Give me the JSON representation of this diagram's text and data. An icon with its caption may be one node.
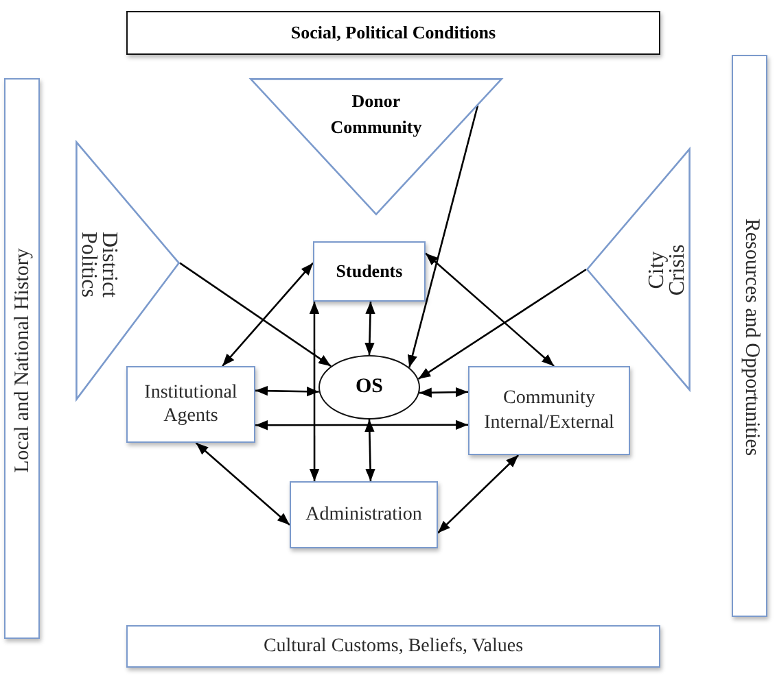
{
  "diagram": {
    "nodes": [
      {
        "text": [
          "Social, Political Conditions"
        ]
      },
      {
        "text": [
          "Donor Community"
        ]
      },
      {
        "text": [
          "Local and National History"
        ]
      },
      {
        "text": [
          "District Politics"
        ]
      },
      {
        "text": [
          "Students"
        ]
      },
      {
        "text": [
          "City Crisis"
        ]
      },
      {
        "text": [
          "Resources and Opportunities"
        ]
      },
      {
        "text": [
          "OS"
        ]
      },
      {
        "text": [
          "Institutional Agents"
        ]
      },
      {
        "text": [
          "Community Internal/External"
        ]
      },
      {
        "text": [
          "Administration"
        ]
      },
      {
        "text": [
          "Cultural Customs, Beliefs, Values"
        ]
      }
    ],
    "edges": [
      {
        "from": 3,
        "to": 7,
        "arrow": "to"
      },
      {
        "from": 1,
        "to": 7,
        "arrow": "to"
      },
      {
        "from": 5,
        "to": 7,
        "arrow": "to"
      },
      {
        "from": 4,
        "to": 8,
        "arrow": "both"
      },
      {
        "from": 4,
        "to": 9,
        "arrow": "both"
      },
      {
        "from": 4,
        "to": 7,
        "arrow": "both"
      },
      {
        "from": 4,
        "to": 10,
        "arrow": "both"
      },
      {
        "from": 8,
        "to": 7,
        "arrow": "both"
      },
      {
        "from": 8,
        "to": 9,
        "arrow": "both"
      },
      {
        "from": 7,
        "to": 9,
        "arrow": "both"
      },
      {
        "from": 7,
        "to": 10,
        "arrow": "both"
      },
      {
        "from": 8,
        "to": 10,
        "arrow": "both"
      },
      {
        "from": 9,
        "to": 10,
        "arrow": "both"
      }
    ]
  }
}
